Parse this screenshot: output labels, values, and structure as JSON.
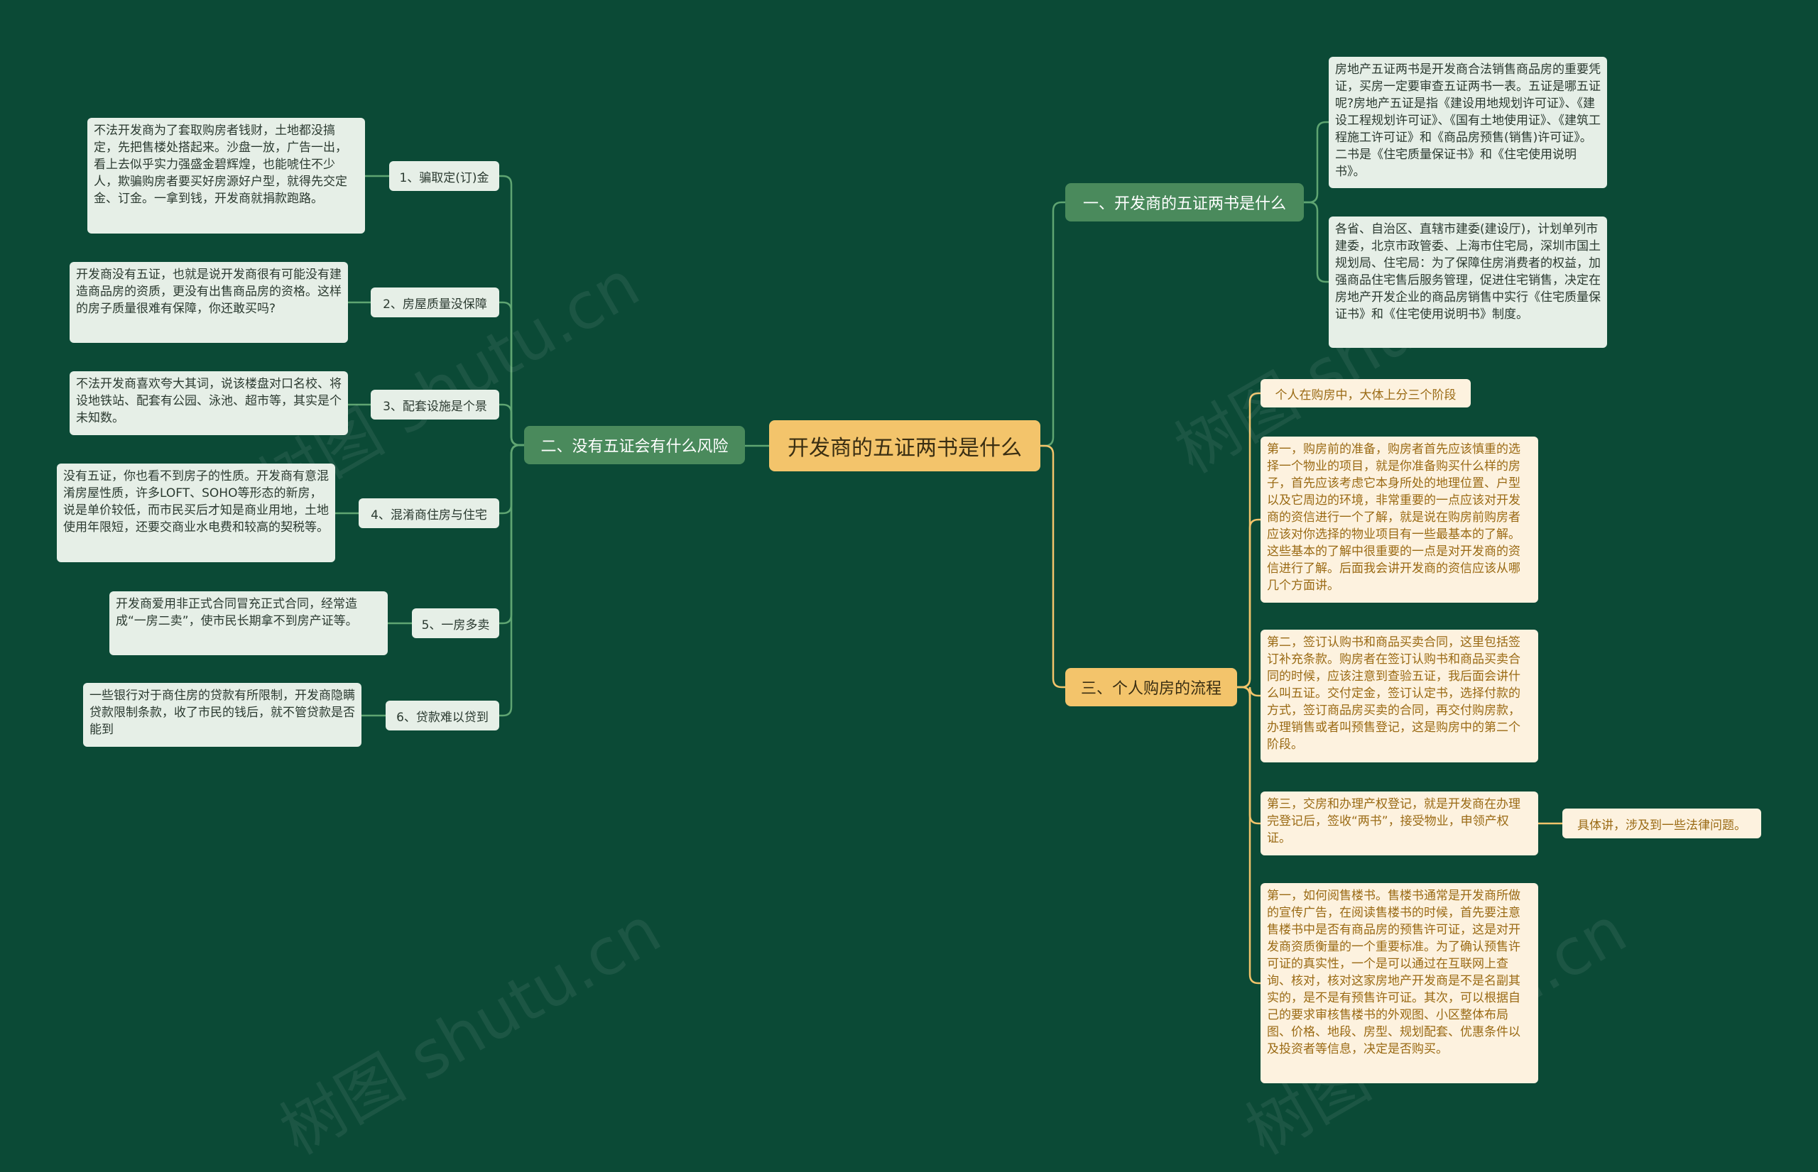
{
  "colors": {
    "background": "#0b4a36",
    "green_line": "#5fa572",
    "yellow_line": "#f3c46b"
  },
  "root": {
    "title": "开发商的五证两书是什么"
  },
  "branch1": {
    "title": "一、开发商的五证两书是什么",
    "notes": [
      "房地产五证两书是开发商合法销售商品房的重要凭证，买房一定要审查五证两书一表。五证是哪五证呢?房地产五证是指《建设用地规划许可证》、《建设工程规划许可证》、《国有土地使用证》、《建筑工程施工许可证》和《商品房预售(销售)许可证》。二书是《住宅质量保证书》和《住宅使用说明书》。",
      "各省、自治区、直辖市建委(建设厅)，计划单列市建委，北京市政管委、上海市住宅局，深圳市国土规划局、住宅局：为了保障住房消费者的权益，加强商品住宅售后服务管理，促进住宅销售，决定在房地产开发企业的商品房销售中实行《住宅质量保证书》和《住宅使用说明书》制度。"
    ]
  },
  "branch2": {
    "title": "二、没有五证会有什么风险",
    "items": [
      {
        "label": "1、骗取定(订)金",
        "note": "不法开发商为了套取购房者钱财，土地都没搞定，先把售楼处搭起来。沙盘一放，广告一出，看上去似乎实力强盛金碧辉煌，也能唬住不少人，欺骗购房者要买好房源好户型，就得先交定金、订金。一拿到钱，开发商就捐款跑路。"
      },
      {
        "label": "2、房屋质量没保障",
        "note": "开发商没有五证，也就是说开发商很有可能没有建造商品房的资质，更没有出售商品房的资格。这样的房子质量很难有保障，你还敢买吗?"
      },
      {
        "label": "3、配套设施是个景",
        "note": "不法开发商喜欢夸大其词，说该楼盘对口名校、将设地铁站、配套有公园、泳池、超市等，其实是个未知数。"
      },
      {
        "label": "4、混淆商住房与住宅",
        "note": "没有五证，你也看不到房子的性质。开发商有意混淆房屋性质，许多LOFT、SOHO等形态的新房，说是单价较低，而市民买后才知是商业用地，土地使用年限短，还要交商业水电费和较高的契税等。"
      },
      {
        "label": "5、一房多卖",
        "note": "开发商爱用非正式合同冒充正式合同，经常造成“一房二卖”，使市民长期拿不到房产证等。"
      },
      {
        "label": "6、贷款难以贷到",
        "note": "一些银行对于商住房的贷款有所限制，开发商隐瞒贷款限制条款，收了市民的钱后，就不管贷款是否能到"
      }
    ]
  },
  "branch3": {
    "title": "三、个人购房的流程",
    "intro": "个人在购房中，大体上分三个阶段",
    "steps": [
      "第一，购房前的准备，购房者首先应该慎重的选择一个物业的项目，就是你准备购买什么样的房子，首先应该考虑它本身所处的地理位置、户型以及它周边的环境，非常重要的一点应该对开发商的资信进行一个了解，就是说在购房前购房者应该对你选择的物业项目有一些最基本的了解。这些基本的了解中很重要的一点是对开发商的资信进行了解。后面我会讲开发商的资信应该从哪几个方面讲。",
      "第二，签订认购书和商品买卖合同，这里包括签订补充条款。购房者在签订认购书和商品买卖合同的时候，应该注意到查验五证，我后面会讲什么叫五证。交付定金，签订认定书，选择付款的方式，签订商品房买卖的合同，再交付购房款，办理销售或者叫预售登记，这是购房中的第二个阶段。",
      "第三，交房和办理产权登记，就是开发商在办理完登记后，签收“两书”，接受物业，申领产权证。",
      "第一，如何阅售楼书。售楼书通常是开发商所做的宣传广告，在阅读售楼书的时候，首先要注意售楼书中是否有商品房的预售许可证，这是对开发商资质衡量的一个重要标准。为了确认预售许可证的真实性，一个是可以通过在互联网上查询、核对，核对这家房地产开发商是不是名副其实的，是不是有预售许可证。其次，可以根据自己的要求审核售楼书的外观图、小区整体布局图、价格、地段、房型、规划配套、优惠条件以及投资者等信息，决定是否购买。"
    ],
    "step3_detail": "具体讲，涉及到一些法律问题。"
  },
  "watermarks": [
    "树图 shutu.cn",
    "树图 shutu.cn",
    "树图 shutu.cn",
    "树图 shutu.cn"
  ]
}
